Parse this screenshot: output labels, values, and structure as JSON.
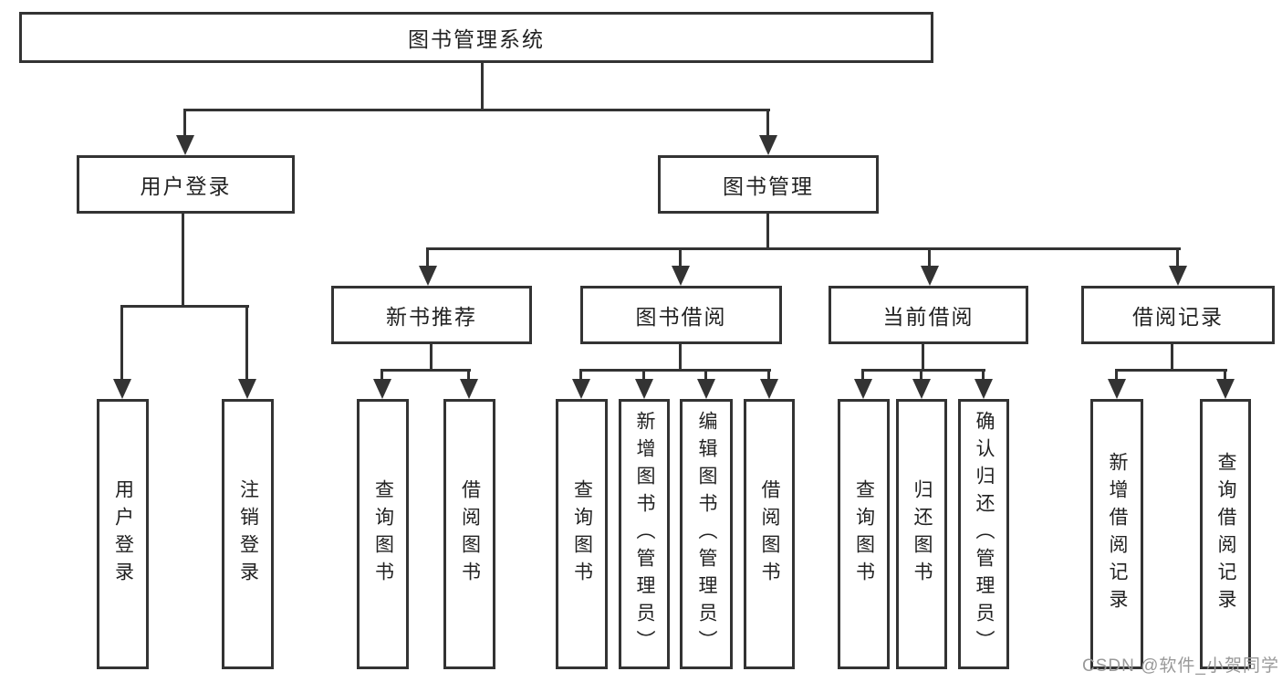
{
  "tree": {
    "label": "图书管理系统",
    "children": [
      {
        "label": "用户登录",
        "children": [
          {
            "label": "用户登录"
          },
          {
            "label": "注销登录"
          }
        ]
      },
      {
        "label": "图书管理",
        "children": [
          {
            "label": "新书推荐",
            "children": [
              {
                "label": "查询图书"
              },
              {
                "label": "借阅图书"
              }
            ]
          },
          {
            "label": "图书借阅",
            "children": [
              {
                "label": "查询图书"
              },
              {
                "label": "新增图书（管理员）"
              },
              {
                "label": "编辑图书（管理员）"
              },
              {
                "label": "借阅图书"
              }
            ]
          },
          {
            "label": "当前借阅",
            "children": [
              {
                "label": "查询图书"
              },
              {
                "label": "归还图书"
              },
              {
                "label": "确认归还（管理员）"
              }
            ]
          },
          {
            "label": "借阅记录",
            "children": [
              {
                "label": "新增借阅记录"
              },
              {
                "label": "查询借阅记录"
              }
            ]
          }
        ]
      }
    ]
  },
  "watermark": {
    "text": "CSDN @软件_小贺同学"
  },
  "colors": {
    "line": "#333333",
    "text": "#222222",
    "watermark": "#999999",
    "background": "#ffffff"
  }
}
